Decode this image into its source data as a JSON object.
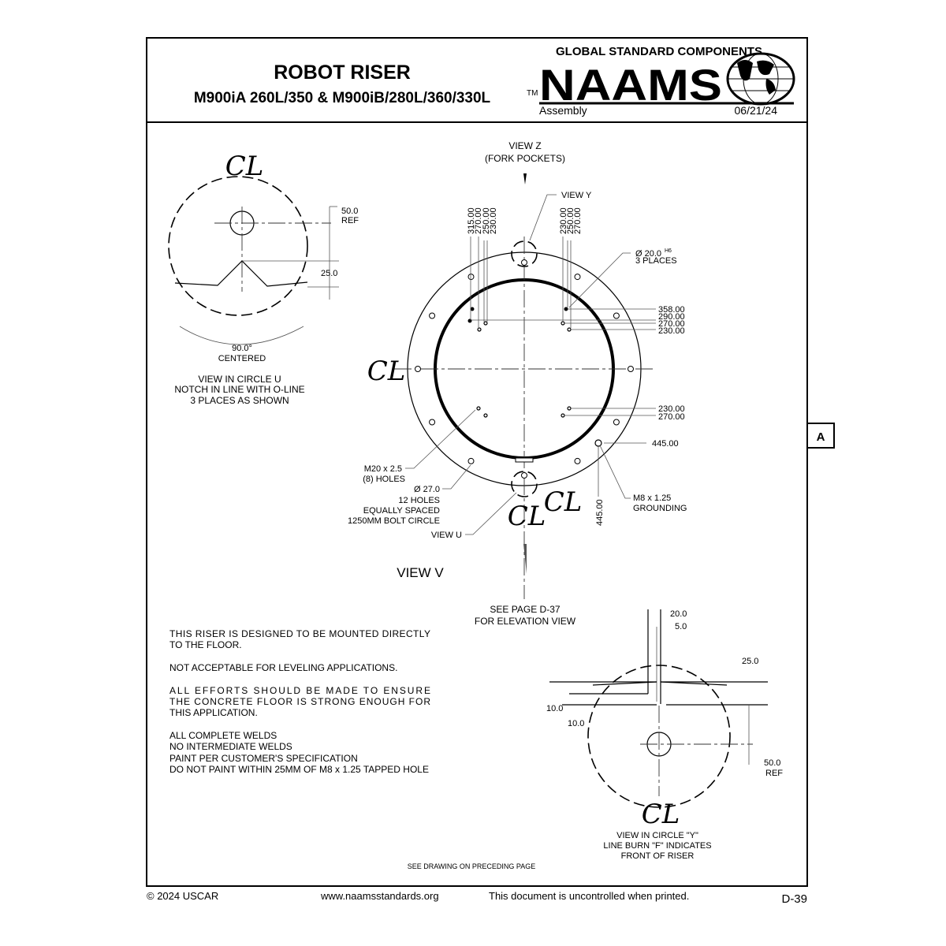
{
  "header": {
    "title": "ROBOT RISER",
    "subtitle": "M900iA 260L/350 & M900iB/280L/360/330L",
    "brand_top": "GLOBAL STANDARD COMPONENTS",
    "brand": "NAAMS",
    "trademark": "TM",
    "category": "Assembly",
    "date": "06/21/24"
  },
  "side_tab": "A",
  "centerline_symbol": "CL",
  "view_u_detail": {
    "dim_50": "50.0",
    "dim_ref": "REF",
    "dim_25": "25.0",
    "angle": "90.0°",
    "angle_note": "CENTERED",
    "caption": [
      "VIEW IN CIRCLE U",
      "NOTCH IN LINE WITH O-LINE",
      "3 PLACES AS SHOWN"
    ]
  },
  "main_view": {
    "view_z": [
      "VIEW Z",
      "(FORK POCKETS)"
    ],
    "view_y_label": "VIEW Y",
    "left_vertical_dims": [
      "315.00",
      "270.00",
      "250.00",
      "230.00"
    ],
    "right_vertical_dims": [
      "230.00",
      "250.00",
      "270.00"
    ],
    "pin_note": [
      "Ø  20.0",
      "H6",
      "3 PLACES"
    ],
    "right_dims_top": [
      "358.00",
      "290.00",
      "270.00",
      "230.00"
    ],
    "right_dims_bottom": [
      "230.00",
      "270.00"
    ],
    "ground_dim_h": "445.00",
    "ground_dim_v": "445.00",
    "ground_note": [
      "M8 x 1.25",
      "GROUNDING"
    ],
    "tapped_note": [
      "M20 x 2.5",
      "(8) HOLES"
    ],
    "bolt_note": [
      "Ø 27.0",
      "12 HOLES",
      "EQUALLY SPACED",
      "1250MM BOLT CIRCLE"
    ],
    "view_u_label": "VIEW U",
    "view_title": "VIEW V",
    "see_page": [
      "SEE PAGE D-37",
      "FOR ELEVATION VIEW"
    ]
  },
  "notes": [
    "THIS RISER IS DESIGNED TO BE MOUNTED DIRECTLY",
    "TO THE FLOOR.",
    "NOT ACCEPTABLE FOR LEVELING APPLICATIONS.",
    "ALL EFFORTS SHOULD BE MADE TO ENSURE",
    "THE CONCRETE FLOOR IS STRONG ENOUGH FOR",
    "THIS APPLICATION.",
    "ALL COMPLETE WELDS",
    "NO INTERMEDIATE WELDS",
    "PAINT PER CUSTOMER'S SPECIFICATION",
    "DO NOT PAINT WITHIN 25MM OF M8 x 1.25 TAPPED HOLE"
  ],
  "view_y_detail": {
    "dim_20": "20.0",
    "dim_5": "5.0",
    "dim_25": "25.0",
    "dim_10a": "10.0",
    "dim_10b": "10.0",
    "dim_50": "50.0",
    "dim_ref": "REF",
    "caption": [
      "VIEW IN CIRCLE \"Y\"",
      "LINE BURN \"F\" INDICATES",
      "FRONT OF RISER"
    ]
  },
  "see_drawing": "SEE DRAWING ON PRECEDING PAGE",
  "footer": {
    "copyright": "© 2024  USCAR",
    "website": "www.naamsstandards.org",
    "disclaimer": "This document is uncontrolled when printed.",
    "page": "D-39"
  }
}
